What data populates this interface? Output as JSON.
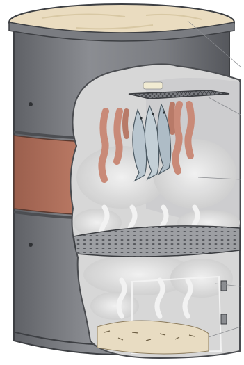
{
  "illustration": {
    "subject": "barrel-smoker-cutaway",
    "palette": {
      "barrel_dark": "#6f7176",
      "barrel_light": "#a9abaf",
      "rust_band": "#b7735e",
      "lid_wood": "#eadcc0",
      "smoke": "#e6e6e6",
      "interior": "#d9d9d9",
      "sausage": "#c98a78",
      "fish": "#b9c6cf",
      "sawdust": "#e8dcc2",
      "leader_line": "#8a8c90"
    },
    "parts": [
      {
        "id": "lid",
        "icon": "wooden-lid"
      },
      {
        "id": "upper-rack",
        "icon": "grill-rack"
      },
      {
        "id": "hanging-fish",
        "icon": "fish",
        "count": 3
      },
      {
        "id": "hanging-sausages",
        "icon": "sausage",
        "count": 6
      },
      {
        "id": "smoke",
        "icon": "smoke-cloud"
      },
      {
        "id": "baffle-plate",
        "icon": "perforated-plate"
      },
      {
        "id": "fire-door",
        "icon": "hinged-door"
      },
      {
        "id": "sawdust-bed",
        "icon": "sawdust"
      }
    ]
  }
}
